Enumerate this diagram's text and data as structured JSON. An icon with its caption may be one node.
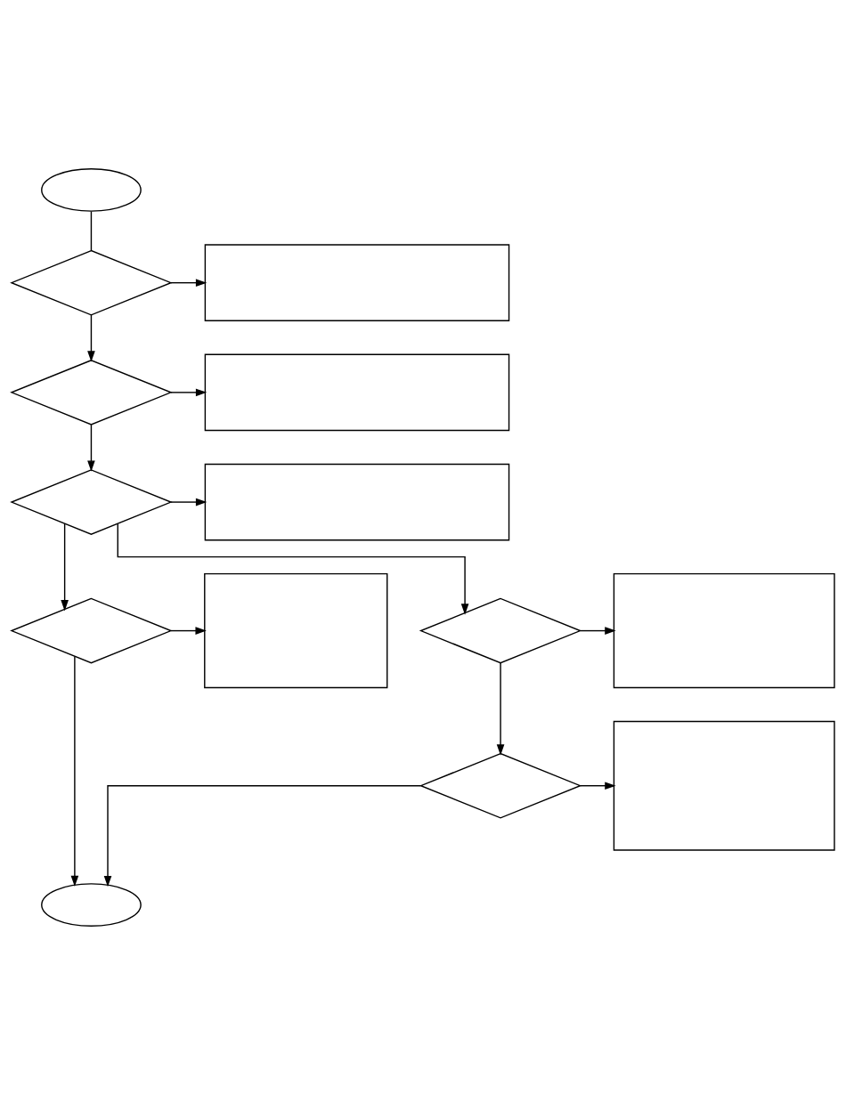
{
  "diagram": {
    "nodes": [
      {
        "text": [],
        "shape": "ellipse"
      },
      {
        "text": [],
        "shape": "diamond"
      },
      {
        "text": [],
        "shape": "box"
      },
      {
        "text": [],
        "shape": "diamond"
      },
      {
        "text": [],
        "shape": "box"
      },
      {
        "text": [],
        "shape": "diamond"
      },
      {
        "text": [],
        "shape": "box"
      },
      {
        "text": [],
        "shape": "diamond"
      },
      {
        "text": [],
        "shape": "box"
      },
      {
        "text": [],
        "shape": "diamond"
      },
      {
        "text": [],
        "shape": "box"
      },
      {
        "text": [],
        "shape": "diamond"
      },
      {
        "text": [],
        "shape": "box"
      },
      {
        "text": [],
        "shape": "ellipse"
      }
    ],
    "edges": [
      {
        "from": 0,
        "to": 1,
        "arrow": "none"
      },
      {
        "from": 1,
        "to": 2,
        "arrow": "to"
      },
      {
        "from": 1,
        "to": 3,
        "arrow": "to"
      },
      {
        "from": 3,
        "to": 4,
        "arrow": "to"
      },
      {
        "from": 3,
        "to": 5,
        "arrow": "to"
      },
      {
        "from": 5,
        "to": 6,
        "arrow": "to"
      },
      {
        "from": 5,
        "to": 7,
        "arrow": "to"
      },
      {
        "from": 5,
        "to": 9,
        "arrow": "to"
      },
      {
        "from": 7,
        "to": 8,
        "arrow": "to"
      },
      {
        "from": 7,
        "to": 13,
        "arrow": "to"
      },
      {
        "from": 9,
        "to": 10,
        "arrow": "to"
      },
      {
        "from": 9,
        "to": 11,
        "arrow": "to"
      },
      {
        "from": 11,
        "to": 12,
        "arrow": "to"
      },
      {
        "from": 11,
        "to": 13,
        "arrow": "to"
      }
    ]
  }
}
